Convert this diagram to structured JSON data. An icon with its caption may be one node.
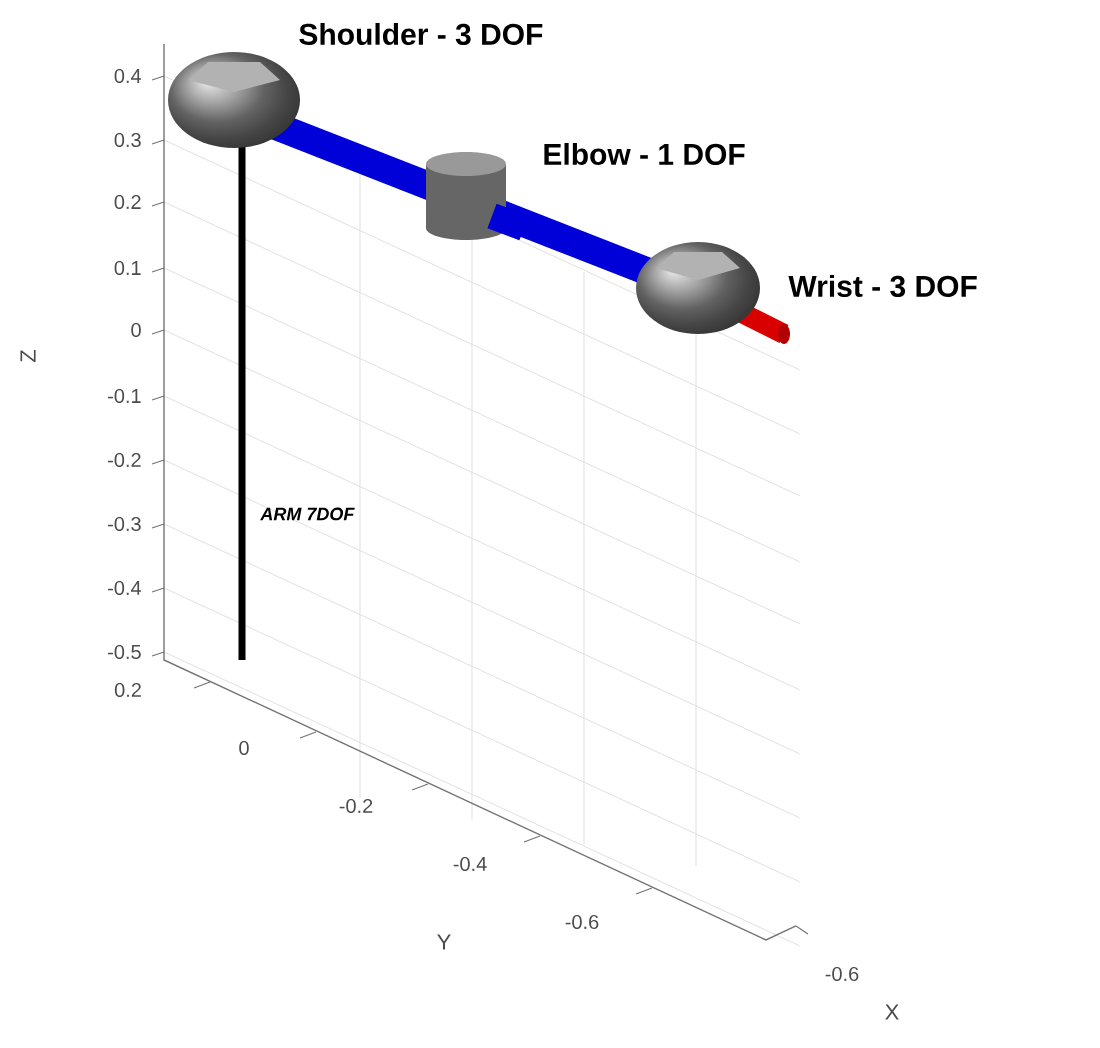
{
  "diagram": {
    "labels": [
      "Shoulder - 3 DOF",
      "0.4",
      "0.3",
      "0.2",
      "0.1",
      "0",
      "-0.1",
      "-0.2",
      "-0.3",
      "-0.4",
      "-0.5",
      "Elbow - 1 DOF",
      "Wrist - 3 DOF",
      "Z",
      "ARM 7DOF",
      "0.2",
      "0",
      "-0.2",
      "-0.4",
      "-0.6",
      "Y",
      "-0.6",
      "X"
    ]
  }
}
